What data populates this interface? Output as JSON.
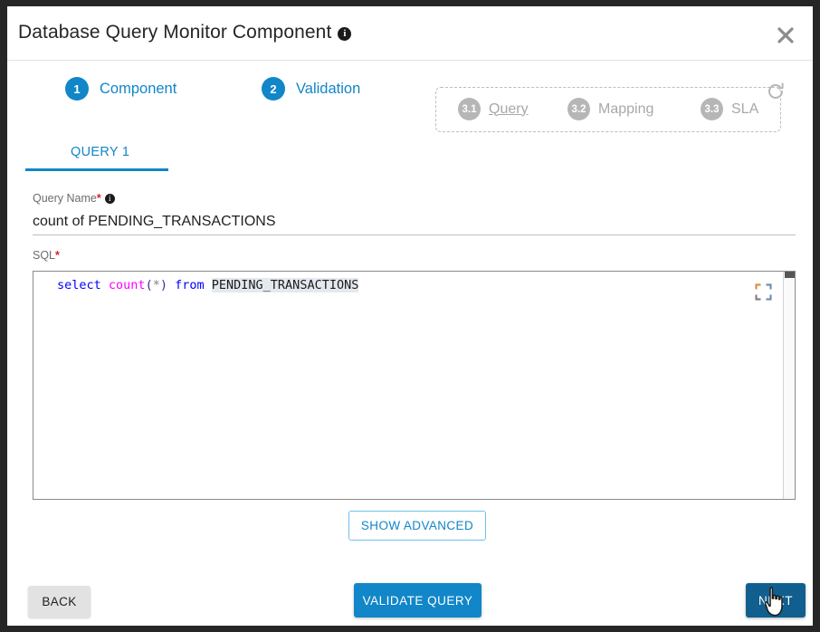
{
  "dialog": {
    "title": "Database Query Monitor Component",
    "title_info_icon": "info-icon",
    "close_icon": "close-icon"
  },
  "stepper": {
    "steps": [
      {
        "num": "1",
        "label": "Component",
        "state": "active"
      },
      {
        "num": "2",
        "label": "Validation",
        "state": "active"
      }
    ],
    "substeps": [
      {
        "num": "3.1",
        "label": "Query",
        "state": "disabled",
        "underlined": true
      },
      {
        "num": "3.2",
        "label": "Mapping",
        "state": "disabled",
        "underlined": false
      },
      {
        "num": "3.3",
        "label": "SLA",
        "state": "disabled",
        "underlined": false
      }
    ],
    "refresh_icon": "refresh-icon",
    "colors": {
      "active": "#1186c8",
      "disabled": "#b6b6b6"
    }
  },
  "tabs": [
    {
      "label": "QUERY 1",
      "active": true
    }
  ],
  "form": {
    "query_name": {
      "label": "Query Name",
      "required_marker": "*",
      "info_icon": "info-icon",
      "value": "count of PENDING_TRANSACTIONS",
      "placeholder": ""
    },
    "sql": {
      "label": "SQL",
      "required_marker": "*",
      "expand_icon": "expand-icon",
      "code_tokens": [
        {
          "text": "select",
          "type": "keyword"
        },
        {
          "text": " ",
          "type": "plain"
        },
        {
          "text": "count",
          "type": "function"
        },
        {
          "text": "(",
          "type": "paren"
        },
        {
          "text": "*",
          "type": "star"
        },
        {
          "text": ")",
          "type": "paren"
        },
        {
          "text": " ",
          "type": "plain"
        },
        {
          "text": "from",
          "type": "keyword"
        },
        {
          "text": " ",
          "type": "plain"
        },
        {
          "text": "PENDING_TRANSACTIONS",
          "type": "identifier"
        }
      ],
      "code_text": "select count(*) from PENDING_TRANSACTIONS"
    }
  },
  "buttons": {
    "show_advanced": "SHOW ADVANCED",
    "back": "BACK",
    "validate_query": "VALIDATE QUERY",
    "next": "NEXT"
  },
  "cursor": {
    "type": "pointer-hand",
    "over": "next-button"
  }
}
